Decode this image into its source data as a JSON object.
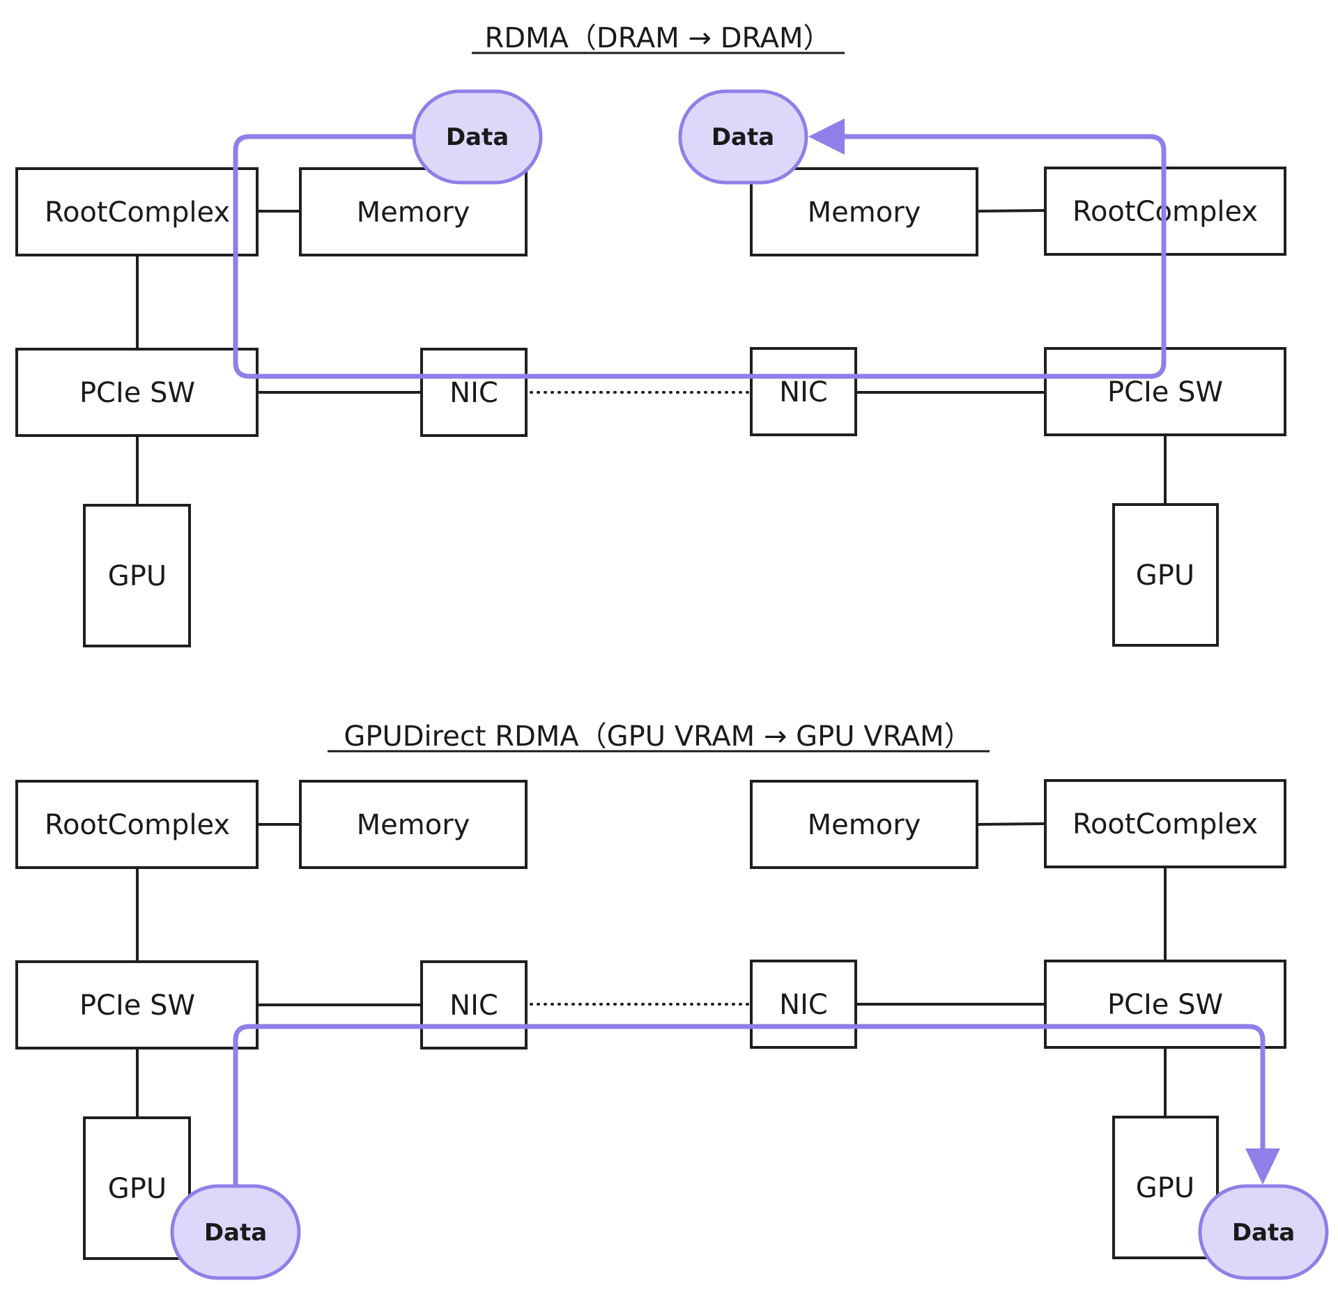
{
  "sections": [
    {
      "id": "rdma",
      "title": "RDMA（DRAM → DRAM）",
      "left_host": {
        "root_complex": "RootComplex",
        "memory": "Memory",
        "pcie_switch": "PCIe SW",
        "nic": "NIC",
        "gpu": "GPU"
      },
      "right_host": {
        "root_complex": "RootComplex",
        "memory": "Memory",
        "pcie_switch": "PCIe SW",
        "nic": "NIC",
        "gpu": "GPU"
      },
      "source": {
        "label": "Data",
        "location": "left memory"
      },
      "destination": {
        "label": "Data",
        "location": "right memory"
      },
      "flow_path": [
        "left memory",
        "left root complex",
        "left PCIe SW",
        "left NIC",
        "right NIC",
        "right PCIe SW",
        "right root complex",
        "right memory"
      ]
    },
    {
      "id": "gpudirect",
      "title": "GPUDirect RDMA（GPU VRAM → GPU VRAM）",
      "left_host": {
        "root_complex": "RootComplex",
        "memory": "Memory",
        "pcie_switch": "PCIe SW",
        "nic": "NIC",
        "gpu": "GPU"
      },
      "right_host": {
        "root_complex": "RootComplex",
        "memory": "Memory",
        "pcie_switch": "PCIe SW",
        "nic": "NIC",
        "gpu": "GPU"
      },
      "source": {
        "label": "Data",
        "location": "left GPU"
      },
      "destination": {
        "label": "Data",
        "location": "right GPU"
      },
      "flow_path": [
        "left GPU",
        "left PCIe SW",
        "left NIC",
        "right NIC",
        "right PCIe SW",
        "right GPU"
      ]
    }
  ],
  "colors": {
    "flow": "#8f7fe8",
    "data_fill": "#dcd8fa",
    "box_stroke": "#1f1f1f"
  },
  "link_styles": {
    "pcie": "solid",
    "network": "dotted"
  }
}
